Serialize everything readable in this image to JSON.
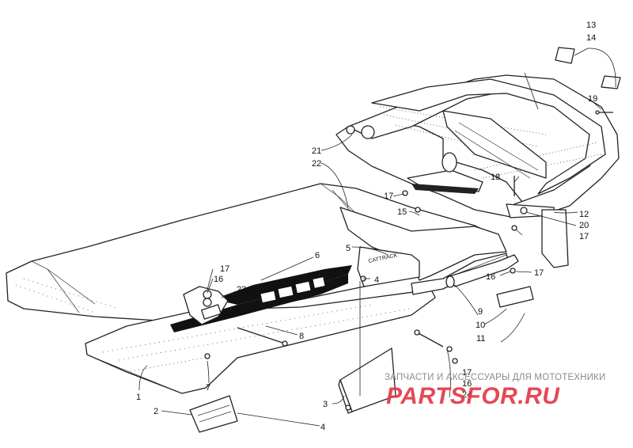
{
  "callouts": {
    "n1": "1",
    "n2": "2",
    "n3": "3",
    "n4a": "4",
    "n4b": "4",
    "n5": "5",
    "n6": "6",
    "n7": "7",
    "n8": "8",
    "n9": "9",
    "n10": "10",
    "n11": "11",
    "n12": "12",
    "n13": "13",
    "n14": "14",
    "n15": "15",
    "n16a": "16",
    "n16b": "16",
    "n16c": "16",
    "n17a": "17",
    "n17b": "17",
    "n17c": "17",
    "n17d": "17",
    "n17e": "17",
    "n18": "18",
    "n19": "19",
    "n20": "20",
    "n21": "21",
    "n22": "22",
    "n23": "23",
    "n24": "24"
  },
  "decal_text": "CATTRACK",
  "watermark": {
    "caption": "ЗАПЧАСТИ И АКСЕССУАРЫ ДЛЯ МОТОТЕХНИКИ",
    "logo": "PARTSFOR.RU"
  }
}
